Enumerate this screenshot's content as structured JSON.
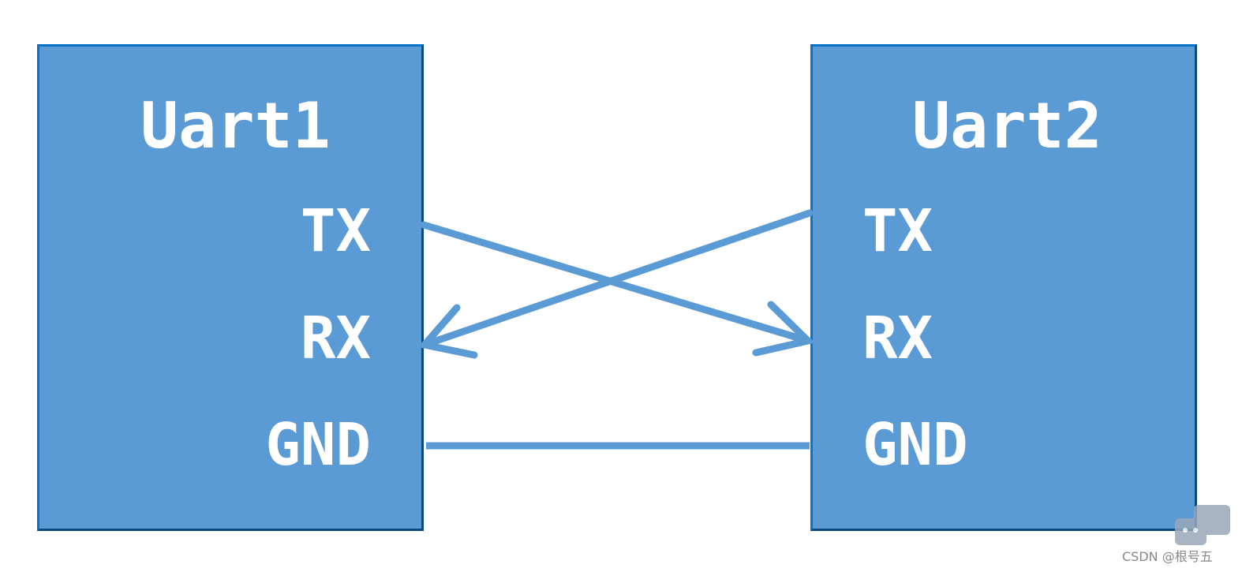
{
  "uart1": {
    "title": "Uart1",
    "pins": [
      "TX",
      "RX",
      "GND"
    ]
  },
  "uart2": {
    "title": "Uart2",
    "pins": [
      "TX",
      "RX",
      "GND"
    ]
  },
  "colors": {
    "box_fill": "#5b9bd5",
    "wire": "#5b9bd5",
    "text": "#ffffff"
  },
  "watermark": "CSDN @根号五"
}
